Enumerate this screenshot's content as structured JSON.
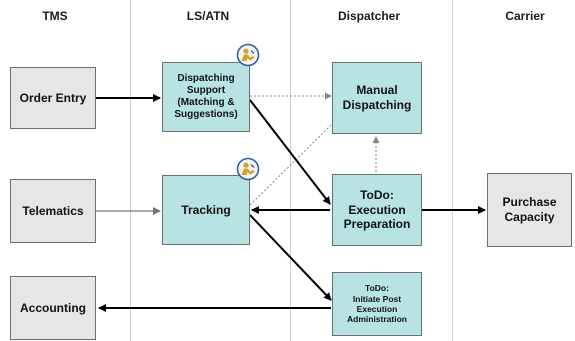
{
  "lanes": [
    {
      "header": "TMS"
    },
    {
      "header": "LS/ATN"
    },
    {
      "header": "Dispatcher"
    },
    {
      "header": "Carrier"
    }
  ],
  "boxes": {
    "order_entry": "Order Entry",
    "telematics": "Telematics",
    "accounting": "Accounting",
    "dispatching_support": "Dispatching\nSupport\n(Matching &\nSuggestions)",
    "tracking": "Tracking",
    "manual_dispatching": "Manual\nDispatching",
    "todo_execution_preparation": "ToDo:\nExecution\nPreparation",
    "todo_post_execution": "ToDo:\nInitiate Post\nExecution\nAdministration",
    "purchase_capacity": "Purchase\nCapacity"
  },
  "badges": {
    "icon": "user-badge-icon",
    "colors": {
      "ring": "#2d5fa8",
      "fill": "#f3f3f3",
      "figure": "#d9a01a"
    }
  },
  "colors": {
    "gray_box": "#e6e6e6",
    "teal_box": "#b8e3e3",
    "arrow_strong": "#000000",
    "arrow_light": "#777777",
    "arrow_dotted": "#888888"
  }
}
